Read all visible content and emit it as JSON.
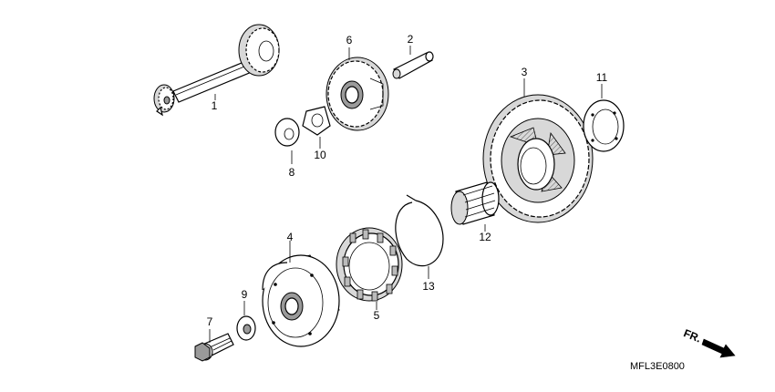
{
  "diagram": {
    "code": "MFL3E0800",
    "front_label": "FR.",
    "parts": [
      {
        "ref": "1"
      },
      {
        "ref": "2"
      },
      {
        "ref": "3"
      },
      {
        "ref": "4"
      },
      {
        "ref": "5"
      },
      {
        "ref": "6"
      },
      {
        "ref": "7"
      },
      {
        "ref": "8"
      },
      {
        "ref": "9"
      },
      {
        "ref": "10"
      },
      {
        "ref": "11"
      },
      {
        "ref": "12"
      },
      {
        "ref": "13"
      }
    ]
  }
}
